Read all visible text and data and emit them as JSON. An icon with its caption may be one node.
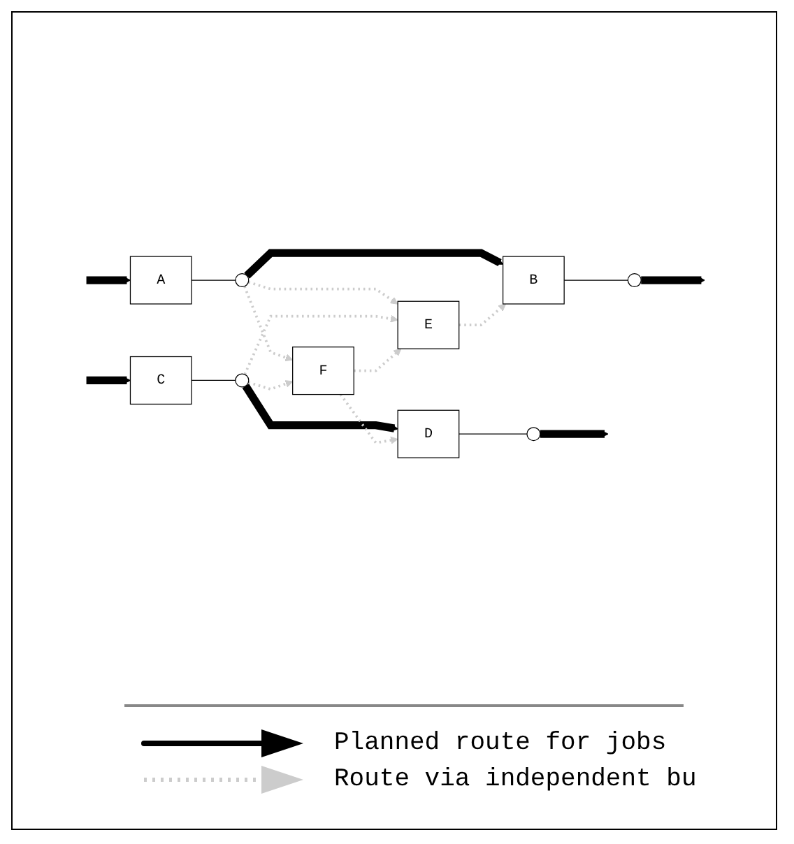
{
  "diagram": {
    "nodes": [
      {
        "text": [
          "A"
        ]
      },
      {
        "text": [],
        "shape": "circle"
      },
      {
        "text": [
          "B"
        ]
      },
      {
        "text": [],
        "shape": "circle"
      },
      {
        "text": [
          "E"
        ]
      },
      {
        "text": [
          "F"
        ]
      },
      {
        "text": [
          "C"
        ]
      },
      {
        "text": [],
        "shape": "circle"
      },
      {
        "text": [
          "D"
        ]
      },
      {
        "text": [],
        "shape": "circle"
      }
    ],
    "edges": [
      {
        "from": null,
        "to": 0,
        "arrow": "to",
        "style": "thick"
      },
      {
        "from": 0,
        "to": 1,
        "arrow": "none"
      },
      {
        "from": 1,
        "to": 2,
        "arrow": "to",
        "style": "thick"
      },
      {
        "from": 2,
        "to": 3,
        "arrow": "none"
      },
      {
        "from": 3,
        "to": null,
        "arrow": "to",
        "style": "thick"
      },
      {
        "from": null,
        "to": 6,
        "arrow": "to",
        "style": "thick"
      },
      {
        "from": 6,
        "to": 7,
        "arrow": "none"
      },
      {
        "from": 7,
        "to": 8,
        "arrow": "to",
        "style": "thick"
      },
      {
        "from": 8,
        "to": 9,
        "arrow": "none"
      },
      {
        "from": 9,
        "to": null,
        "arrow": "to",
        "style": "thick"
      },
      {
        "from": 1,
        "to": 4,
        "arrow": "to",
        "style": "dashed",
        "color": "#cccccc"
      },
      {
        "from": 1,
        "to": 5,
        "arrow": "to",
        "style": "dashed",
        "color": "#cccccc"
      },
      {
        "from": 7,
        "to": 4,
        "arrow": "to",
        "style": "dashed",
        "color": "#cccccc"
      },
      {
        "from": 7,
        "to": 5,
        "arrow": "to",
        "style": "dashed",
        "color": "#cccccc"
      },
      {
        "from": 5,
        "to": 4,
        "arrow": "to",
        "style": "dashed",
        "color": "#cccccc"
      },
      {
        "from": 5,
        "to": 8,
        "arrow": "to",
        "style": "dashed",
        "color": "#cccccc"
      },
      {
        "from": 4,
        "to": 2,
        "arrow": "to",
        "style": "dashed",
        "color": "#cccccc"
      }
    ],
    "legend": [
      {
        "text": "Planned route for jobs"
      },
      {
        "text": "Route via independent bu"
      }
    ]
  }
}
